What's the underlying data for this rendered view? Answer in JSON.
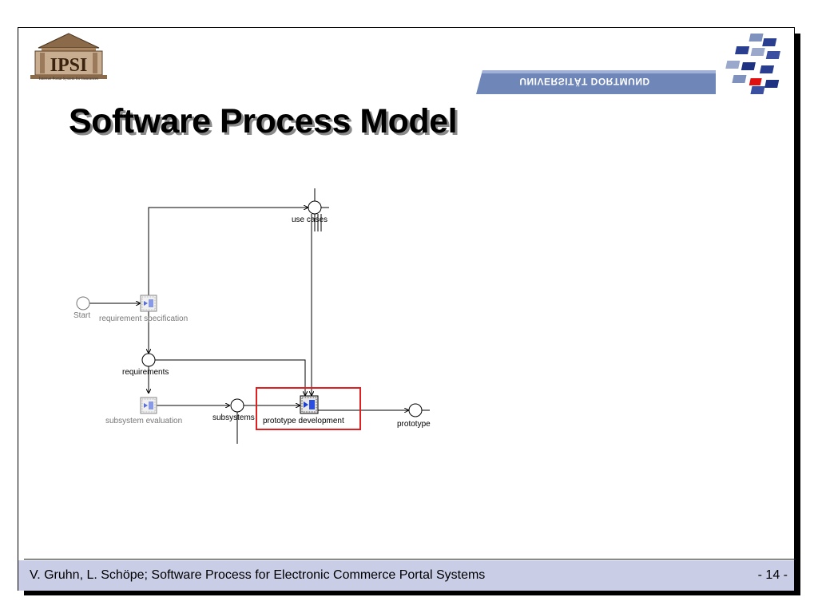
{
  "slide": {
    "title": "Software Process Model",
    "logo_text": "IPSI",
    "logo_caption": "Internet Portal System for Insurances",
    "university": "UNIVERSITÄT DORTMUND"
  },
  "diagram": {
    "nodes": {
      "start": "Start",
      "requirement_specification": "requirement specification",
      "requirements": "requirements",
      "use_cases": "use cases",
      "subsystem_evaluation": "subsystem evaluation",
      "subsystems": "subsystems",
      "prototype_development": "prototype development",
      "prototype": "prototype"
    },
    "highlight_color": "#e02020",
    "activity_color": "#5a6fd8"
  },
  "footer": {
    "text": "V. Gruhn, L. Schöpe; Software Process for Electronic Commerce Portal Systems",
    "page": "- 14 -",
    "background": "#c9cde6"
  }
}
